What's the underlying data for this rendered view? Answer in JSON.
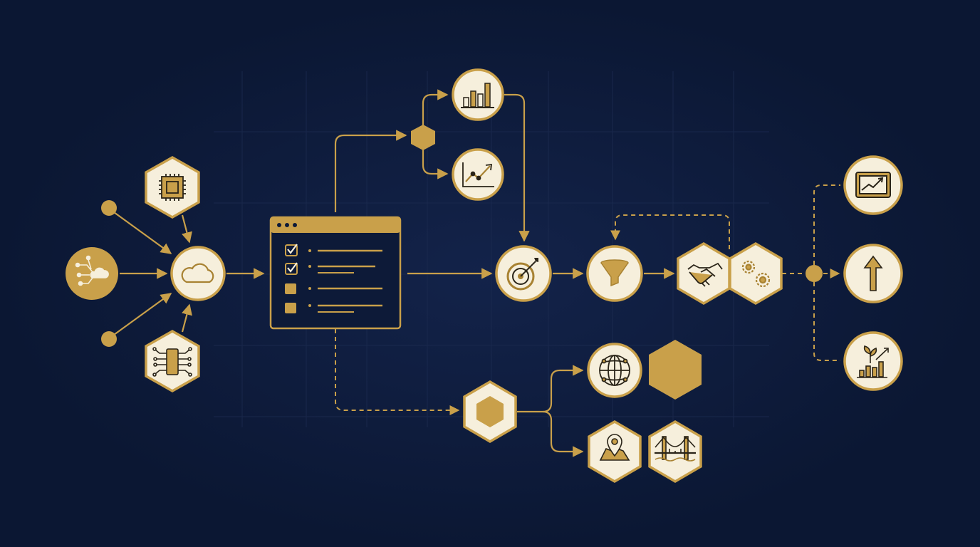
{
  "diagram": {
    "kind": "data-pipeline-flow",
    "colors": {
      "background": "#0b1733",
      "grid": "#1b2a4e",
      "gold": "#c9a04a",
      "gold_dark": "#a88232",
      "node_fill": "#f6efdc",
      "icon_stroke": "#2a2418",
      "window_fill": "#0d1a38"
    },
    "nodes": [
      {
        "id": "cloud-data-source",
        "icon": "cloud-network-icon",
        "shape": "circle",
        "style": "gold"
      },
      {
        "id": "input-dot-top",
        "icon": "dot",
        "shape": "dot"
      },
      {
        "id": "input-dot-bottom",
        "icon": "dot",
        "shape": "dot"
      },
      {
        "id": "chip-input",
        "icon": "cpu-chip-icon",
        "shape": "hexagon"
      },
      {
        "id": "circuit-input",
        "icon": "circuit-board-icon",
        "shape": "hexagon"
      },
      {
        "id": "cloud-hub",
        "icon": "cloud-icon",
        "shape": "circle"
      },
      {
        "id": "task-checklist-window",
        "icon": "checklist-icon",
        "shape": "window",
        "items": [
          {
            "state": "checked"
          },
          {
            "state": "checked"
          },
          {
            "state": "unchecked"
          },
          {
            "state": "unchecked"
          }
        ]
      },
      {
        "id": "branch-hexagon",
        "icon": "hexagon",
        "shape": "small-hexagon"
      },
      {
        "id": "bar-chart-node",
        "icon": "bar-chart-icon",
        "shape": "circle"
      },
      {
        "id": "line-chart-node",
        "icon": "line-chart-icon",
        "shape": "circle"
      },
      {
        "id": "target-node",
        "icon": "target-icon",
        "shape": "circle"
      },
      {
        "id": "funnel-node",
        "icon": "funnel-icon",
        "shape": "circle"
      },
      {
        "id": "handshake-node",
        "icon": "handshake-icon",
        "shape": "hexagon"
      },
      {
        "id": "gears-node",
        "icon": "gears-icon",
        "shape": "hexagon"
      },
      {
        "id": "output-junction",
        "icon": "dot",
        "shape": "dot"
      },
      {
        "id": "tablet-trend-node",
        "icon": "tablet-chart-icon",
        "shape": "circle"
      },
      {
        "id": "up-arrow-node",
        "icon": "up-arrow-icon",
        "shape": "circle"
      },
      {
        "id": "growth-node",
        "icon": "plant-growth-icon",
        "shape": "circle"
      },
      {
        "id": "lower-hub-hexagon",
        "icon": "hexagon",
        "shape": "hexagon"
      },
      {
        "id": "globe-node",
        "icon": "globe-icon",
        "shape": "circle"
      },
      {
        "id": "solid-gold-hexagon",
        "icon": "hexagon",
        "shape": "hexagon",
        "style": "gold"
      },
      {
        "id": "map-pin-node",
        "icon": "map-pin-icon",
        "shape": "hexagon"
      },
      {
        "id": "bridge-node",
        "icon": "bridge-icon",
        "shape": "hexagon"
      }
    ],
    "connections": [
      {
        "from": "input-dot-top",
        "to": "cloud-hub",
        "style": "solid"
      },
      {
        "from": "input-dot-bottom",
        "to": "cloud-hub",
        "style": "solid"
      },
      {
        "from": "chip-input",
        "to": "cloud-hub",
        "style": "solid"
      },
      {
        "from": "circuit-input",
        "to": "cloud-hub",
        "style": "solid"
      },
      {
        "from": "cloud-data-source",
        "to": "cloud-hub",
        "style": "solid"
      },
      {
        "from": "cloud-hub",
        "to": "task-checklist-window",
        "style": "solid"
      },
      {
        "from": "task-checklist-window",
        "to": "branch-hexagon",
        "style": "solid"
      },
      {
        "from": "branch-hexagon",
        "to": "bar-chart-node",
        "style": "solid"
      },
      {
        "from": "branch-hexagon",
        "to": "line-chart-node",
        "style": "solid"
      },
      {
        "from": "bar-chart-node",
        "to": "target-node",
        "style": "solid"
      },
      {
        "from": "task-checklist-window",
        "to": "target-node",
        "style": "solid"
      },
      {
        "from": "target-node",
        "to": "funnel-node",
        "style": "solid"
      },
      {
        "from": "funnel-node",
        "to": "handshake-node",
        "style": "solid"
      },
      {
        "from": "gears-node",
        "to": "funnel-node",
        "style": "dashed"
      },
      {
        "from": "gears-node",
        "to": "output-junction",
        "style": "dashed"
      },
      {
        "from": "output-junction",
        "to": "tablet-trend-node",
        "style": "dashed"
      },
      {
        "from": "output-junction",
        "to": "up-arrow-node",
        "style": "dashed"
      },
      {
        "from": "output-junction",
        "to": "growth-node",
        "style": "dashed"
      },
      {
        "from": "task-checklist-window",
        "to": "lower-hub-hexagon",
        "style": "dashed"
      },
      {
        "from": "lower-hub-hexagon",
        "to": "globe-node",
        "style": "solid"
      },
      {
        "from": "lower-hub-hexagon",
        "to": "map-pin-node",
        "style": "solid"
      }
    ]
  }
}
